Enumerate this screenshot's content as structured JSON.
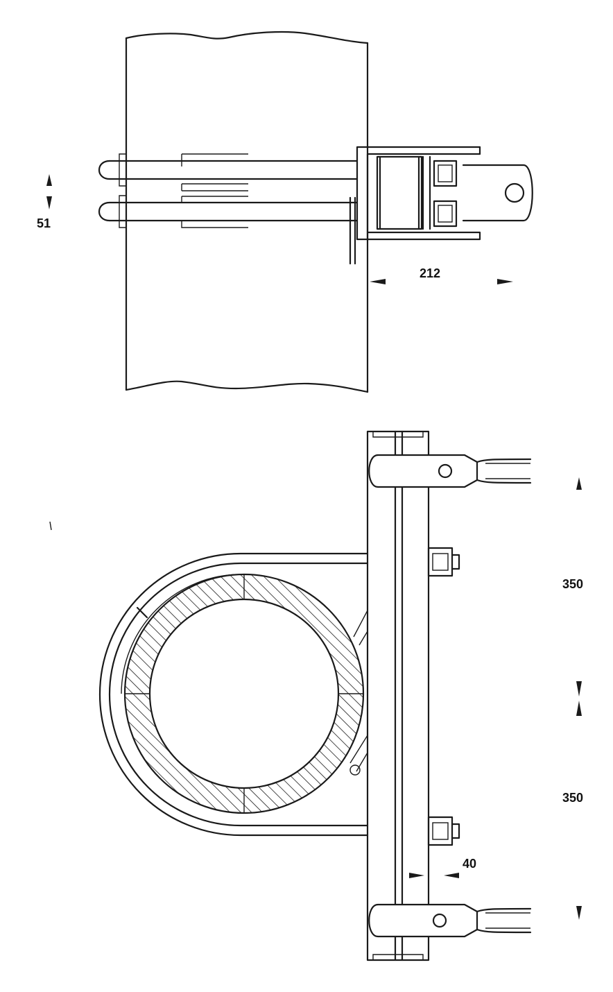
{
  "dimensions": {
    "clamp_spacing": "51",
    "clamp_projection": "212",
    "bolt_spacing_upper": "350",
    "bolt_spacing_lower": "350",
    "bracket_offset": "40"
  },
  "colors": {
    "line": "#1a1a1a",
    "background": "#ffffff"
  }
}
